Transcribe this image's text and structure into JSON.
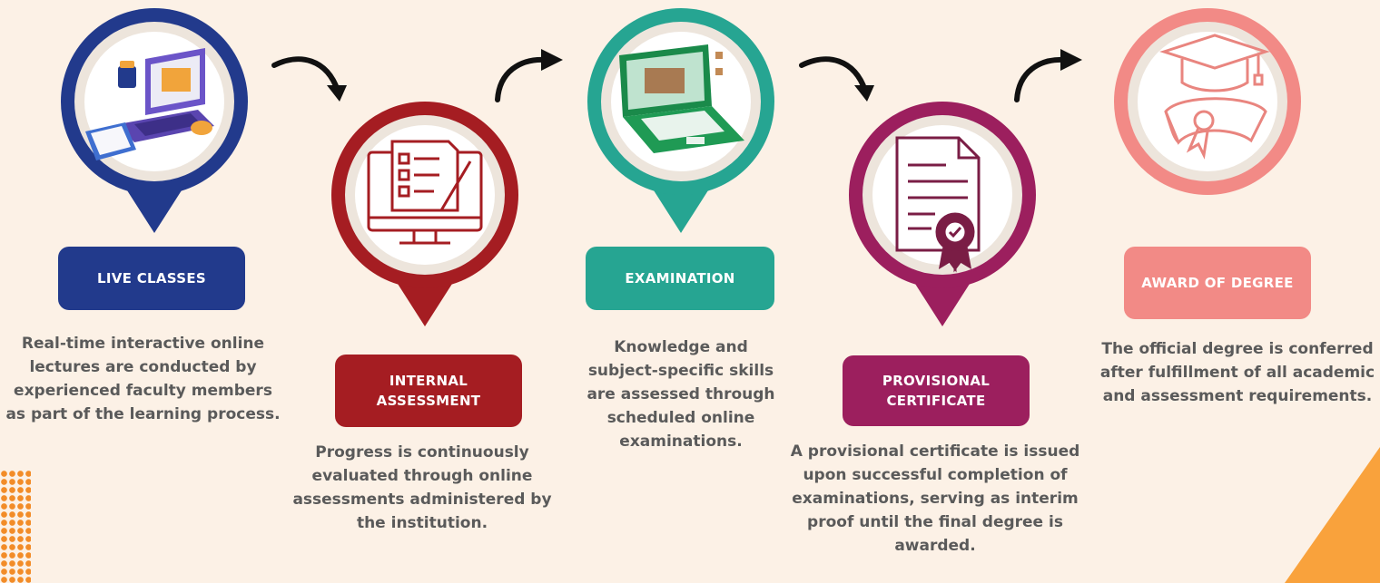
{
  "steps": [
    {
      "title": "LIVE CLASSES",
      "description": "Real-time interactive online lectures are conducted by experienced faculty members as part of the learning process.",
      "color": "#223a8c",
      "icon": "laptop-coffee-icon"
    },
    {
      "title": "INTERNAL ASSESSMENT",
      "description": "Progress is continuously evaluated through online assessments administered by the institution.",
      "color": "#a51d22",
      "icon": "checklist-monitor-icon"
    },
    {
      "title": "EXAMINATION",
      "description": "Knowledge and subject-specific skills are assessed through scheduled online examinations.",
      "color": "#26a592",
      "icon": "exam-laptop-icon"
    },
    {
      "title": "PROVISIONAL CERTIFICATE",
      "description": "A provisional certificate is issued upon successful completion of examinations, serving as interim proof until the final degree is awarded.",
      "color": "#9c1f5e",
      "icon": "certificate-icon"
    },
    {
      "title": "AWARD OF DEGREE",
      "description": "The official degree is conferred after fulfillment of all academic and assessment requirements.",
      "color": "#f28a86",
      "icon": "graduation-cap-diploma-icon"
    }
  ]
}
